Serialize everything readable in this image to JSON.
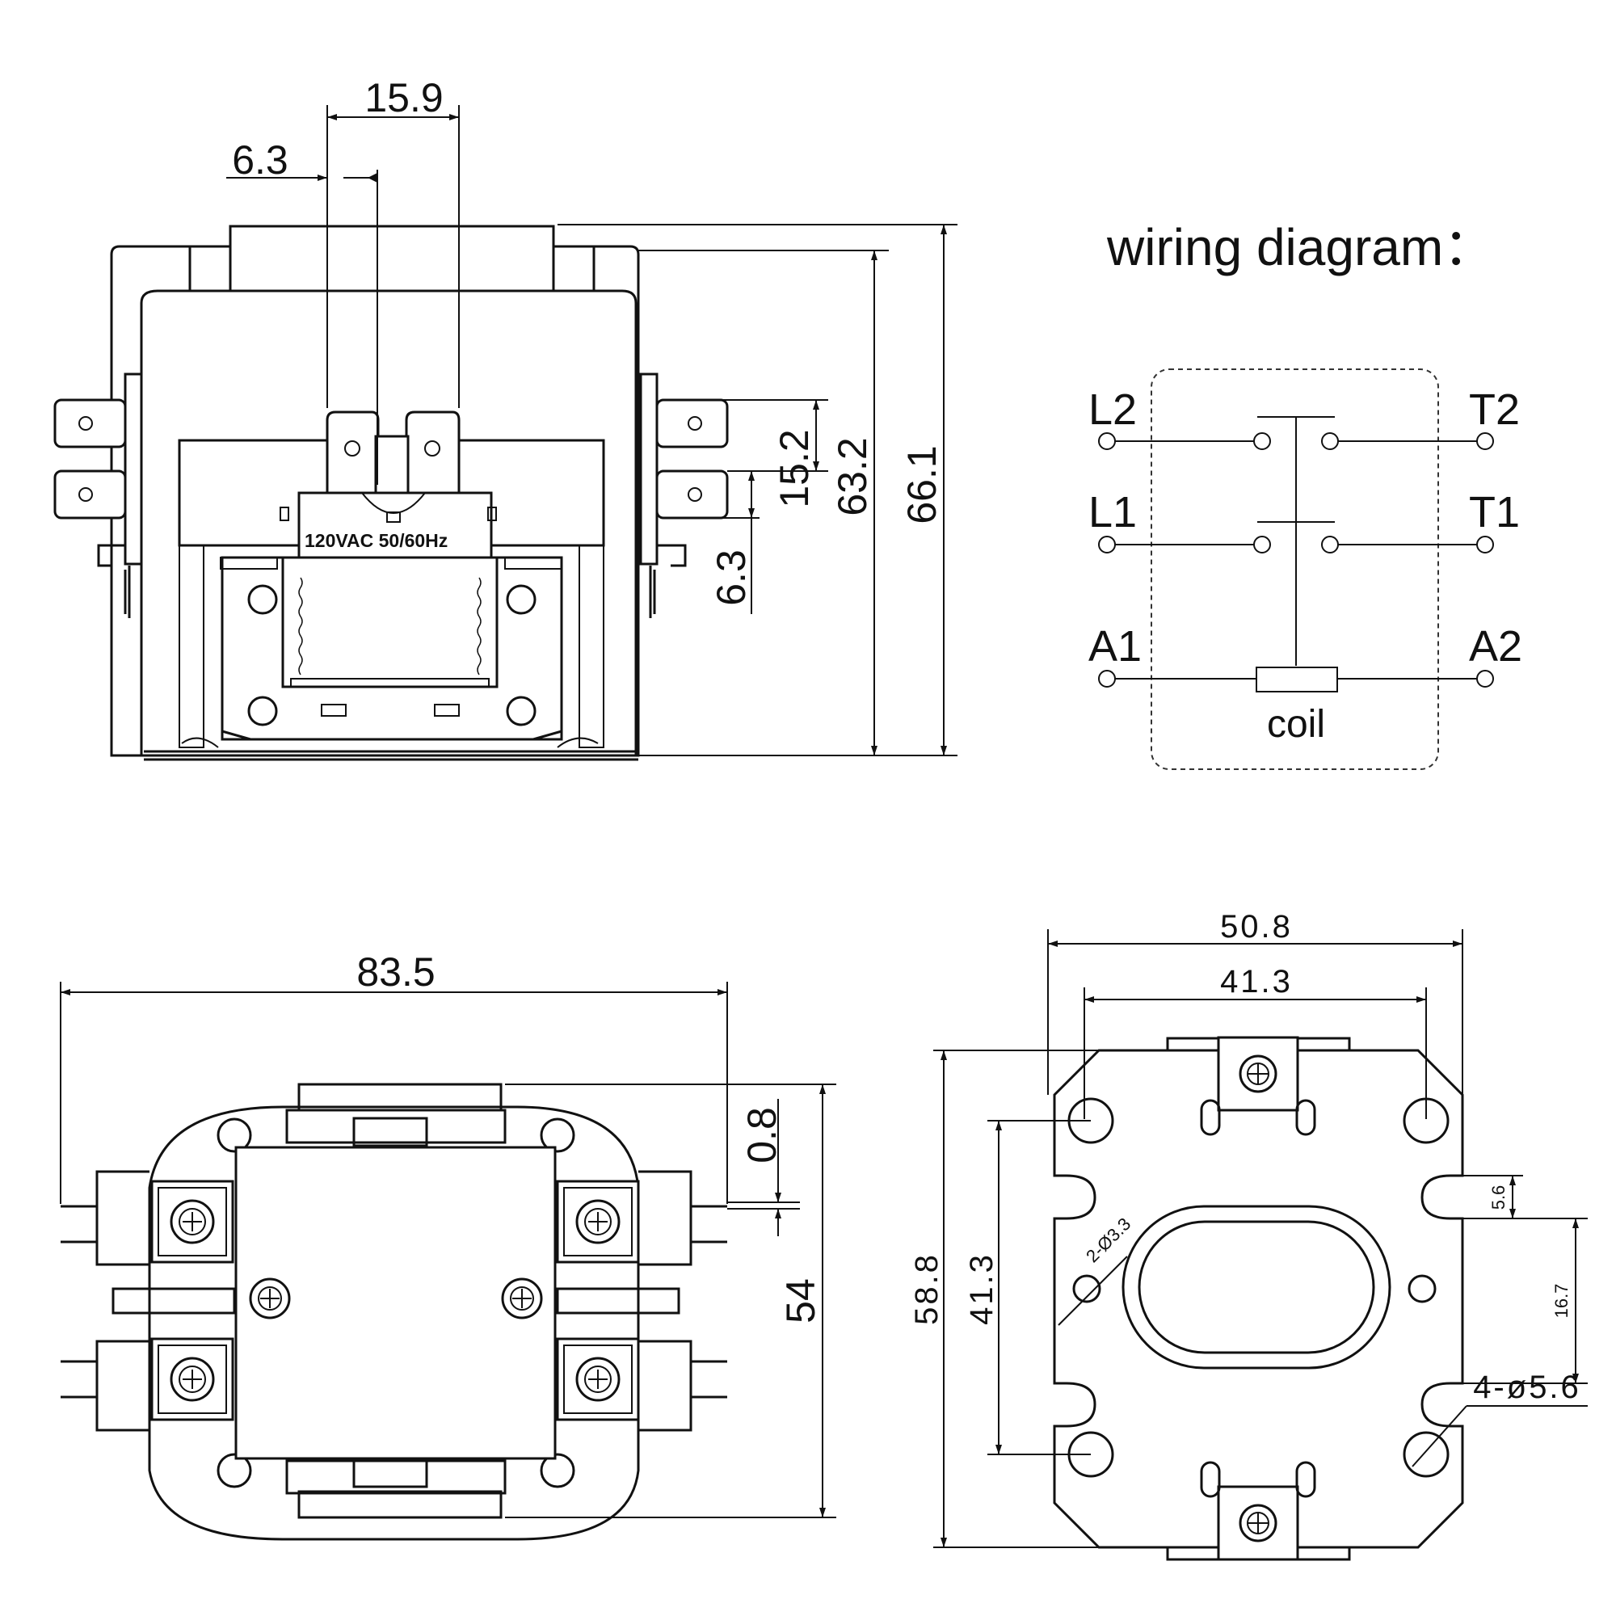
{
  "front_view": {
    "dims": {
      "top_width": "15.9",
      "terminal_offset": "6.3",
      "terminal_pitch": "15.2",
      "terminal_width": "6.3",
      "inner_height": "63.2",
      "overall_height": "66.1"
    },
    "coil_rating": "120VAC  50/60Hz"
  },
  "wiring": {
    "title": "wiring diagram：",
    "terminals": {
      "l2": "L2",
      "l1": "L1",
      "t2": "T2",
      "t1": "T1",
      "a1": "A1",
      "a2": "A2"
    },
    "coil_label": "coil"
  },
  "top_view": {
    "dims": {
      "width": "83.5",
      "gap": "0.8",
      "depth": "54"
    }
  },
  "bottom_view": {
    "dims": {
      "overall_width": "50.8",
      "hole_spacing_x": "41.3",
      "overall_height": "58.8",
      "hole_spacing_y": "41.3",
      "slot_width": "5.6",
      "slot_spacing": "16.7",
      "small_holes": "2-Ø3.3",
      "mount_holes": "4-ø5.6"
    }
  }
}
